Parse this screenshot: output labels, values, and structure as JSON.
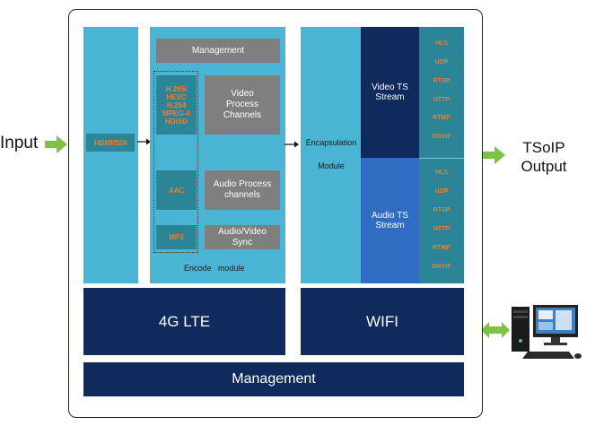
{
  "io": {
    "input_label": "Input",
    "output_label_line1": "TSoIP",
    "output_label_line2": "Output"
  },
  "hdmi": {
    "label": "HDMI/SDI"
  },
  "encode": {
    "management": "Management",
    "video_codecs": [
      "H.265/",
      "HEVC",
      "H.264",
      "MPEG-4",
      "HD/SD"
    ],
    "video_process": "Video Process Channels",
    "aac": "AAC",
    "audio_process": "Audio Process channels",
    "mp3": "MP3",
    "av_sync": "Audio/Video Sync",
    "module_label": "Encode   module"
  },
  "encapsulation": {
    "line1": "Encapsulation",
    "line2": "Module"
  },
  "streams": {
    "video": "Video TS Stream",
    "audio": "Audio TS Stream"
  },
  "protocols_video": [
    "HLS",
    "UDP",
    "RTSP",
    "HTTP",
    "RTMP",
    "ONVIF"
  ],
  "protocols_audio": [
    "HLS",
    "UDP",
    "RTSP",
    "HTTP",
    "RTMP",
    "ONVIF"
  ],
  "bottom": {
    "lte": "4G LTE",
    "wifi": "WIFI",
    "management": "Management"
  },
  "colors": {
    "light_blue": "#4ab4d4",
    "navy": "#0f2a5c",
    "orange": "#f07e2a",
    "green_arrow": "#7dc242",
    "gray": "#7f7f7f"
  },
  "icons": [
    "arrow-right-icon",
    "double-arrow-icon",
    "computer-icon"
  ]
}
